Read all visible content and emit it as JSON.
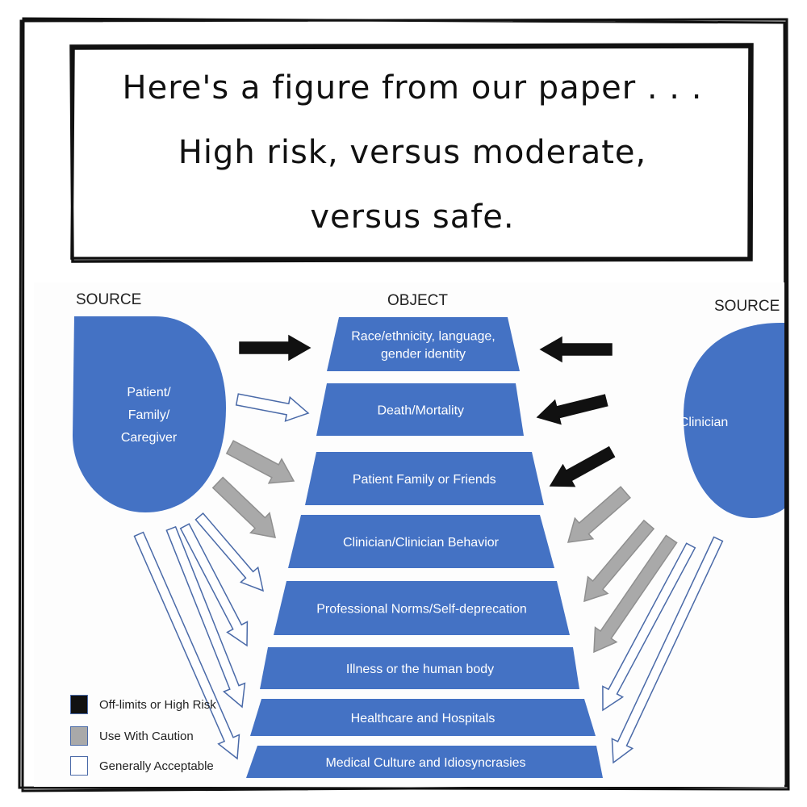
{
  "caption": "Here's a figure from our paper . . . High risk, versus moderate, versus safe.",
  "headers": {
    "source_left": "SOURCE",
    "object": "OBJECT",
    "source_right": "SOURCE"
  },
  "sources": {
    "left": [
      "Patient/",
      "Family/",
      "Caregiver"
    ],
    "right": "Clinician"
  },
  "objects": [
    [
      "Race/ethnicity, language,",
      "gender identity"
    ],
    [
      "Death/Mortality"
    ],
    [
      "Patient Family or Friends"
    ],
    [
      "Clinician/Clinician Behavior"
    ],
    [
      "Professional Norms/Self-deprecation"
    ],
    [
      "Illness or the human body"
    ],
    [
      "Healthcare and Hospitals"
    ],
    [
      "Medical Culture and Idiosyncrasies"
    ]
  ],
  "legend": [
    {
      "label": "Off-limits or High Risk",
      "color": "#111111"
    },
    {
      "label": "Use With Caution",
      "color": "#a9a9a9"
    },
    {
      "label": "Generally Acceptable",
      "color": "#ffffff"
    }
  ],
  "colors": {
    "shape_blue": "#4472c4",
    "arrow_outline": "#4a6aa8"
  }
}
